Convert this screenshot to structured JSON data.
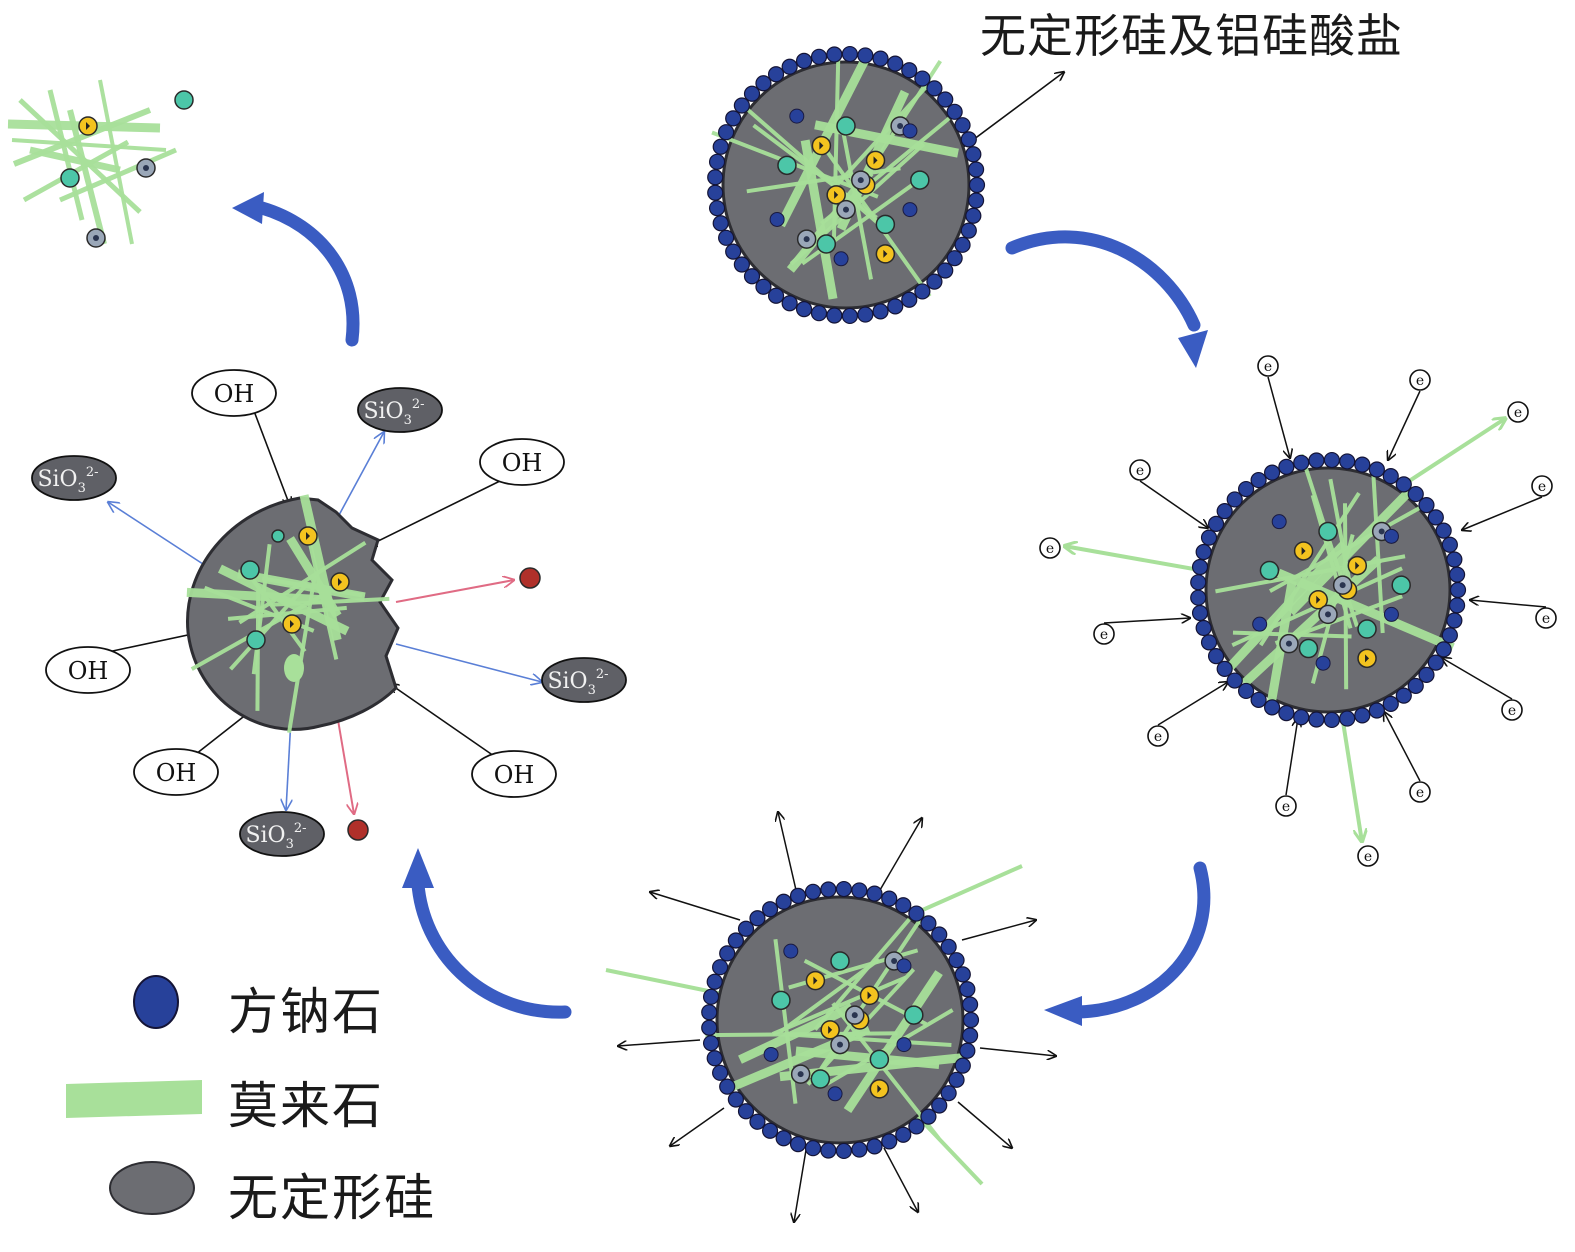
{
  "title_label": "无定形硅及铝硅酸盐",
  "ion_labels": {
    "hydroxide": "OH",
    "silicate": "SiO",
    "silicate_sub": "3",
    "silicate_sup": "2-"
  },
  "electron_symbol": "e",
  "legend": [
    {
      "label": "方钠石",
      "icon": "blue-dot-icon"
    },
    {
      "label": "莫来石",
      "icon": "green-bar-icon"
    },
    {
      "label": "无定形硅",
      "icon": "gray-ellipse-icon"
    }
  ],
  "colors": {
    "sodalite": "#27419a",
    "mullite": "#a8e09a",
    "amorphous_silica": "#6c6d72",
    "cycle_arrow": "#3a5cc2",
    "teal_particle": "#4cc6a8",
    "yellow_particle": "#f3c31f",
    "red_particle": "#b0302a",
    "blue_arrow": "#5a7fd6",
    "red_arrow": "#e06b84"
  }
}
